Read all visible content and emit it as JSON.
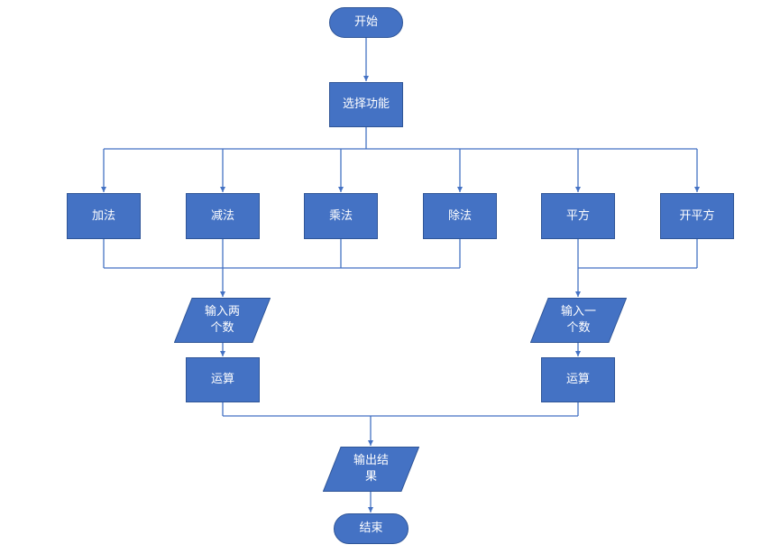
{
  "colors": {
    "node_fill": "#4472C4",
    "node_border": "#2F5597",
    "connector": "#4472C4",
    "text": "#FFFFFF"
  },
  "nodes": {
    "start": "开始",
    "select": "选择功能",
    "add": "加法",
    "subtract": "减法",
    "multiply": "乘法",
    "divide": "除法",
    "square": "平方",
    "sqrt": "开平方",
    "input_two": "输入两\n个数",
    "input_one": "输入一\n个数",
    "compute_left": "运算",
    "compute_right": "运算",
    "output": "输出结\n果",
    "end": "结束"
  }
}
